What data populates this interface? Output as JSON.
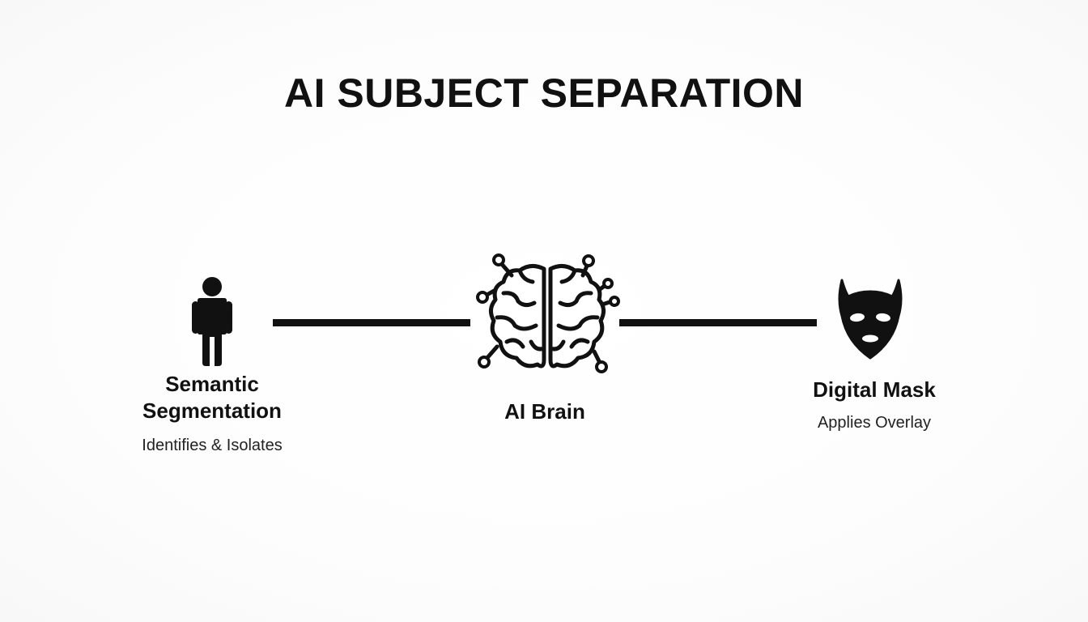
{
  "title": "AI SUBJECT SEPARATION",
  "nodes": [
    {
      "id": "segmentation",
      "icon": "person-icon",
      "label_line1": "Semantic",
      "label_line2": "Segmentation",
      "sublabel": "Identifies & Isolates"
    },
    {
      "id": "brain",
      "icon": "brain-circuit-icon",
      "label": "AI Brain"
    },
    {
      "id": "mask",
      "icon": "mask-icon",
      "label": "Digital Mask",
      "sublabel": "Applies Overlay"
    }
  ],
  "colors": {
    "ink": "#111111",
    "background": "#ffffff"
  }
}
